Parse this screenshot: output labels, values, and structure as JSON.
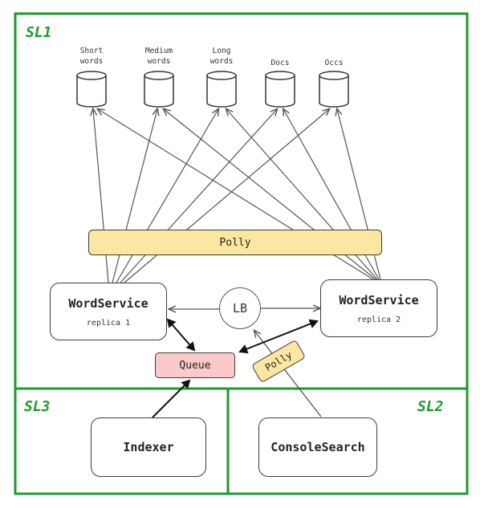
{
  "regions": {
    "sl1": "SL1",
    "sl2": "SL2",
    "sl3": "SL3"
  },
  "databases": [
    {
      "label": "Short\nwords"
    },
    {
      "label": "Medium\nwords"
    },
    {
      "label": "Long\nwords"
    },
    {
      "label": "Docs"
    },
    {
      "label": "Occs"
    }
  ],
  "polly_bar": "Polly",
  "polly_tag": "Polly",
  "load_balancer": "LB",
  "word_service_1": {
    "name": "WordService",
    "replica": "replica 1"
  },
  "word_service_2": {
    "name": "WordService",
    "replica": "replica 2"
  },
  "queue": "Queue",
  "indexer": "Indexer",
  "console_search": "ConsoleSearch",
  "colors": {
    "region_border": "#1e9a2e",
    "polly_fill": "#fbe7a0",
    "queue_fill": "#fbc9c9"
  }
}
